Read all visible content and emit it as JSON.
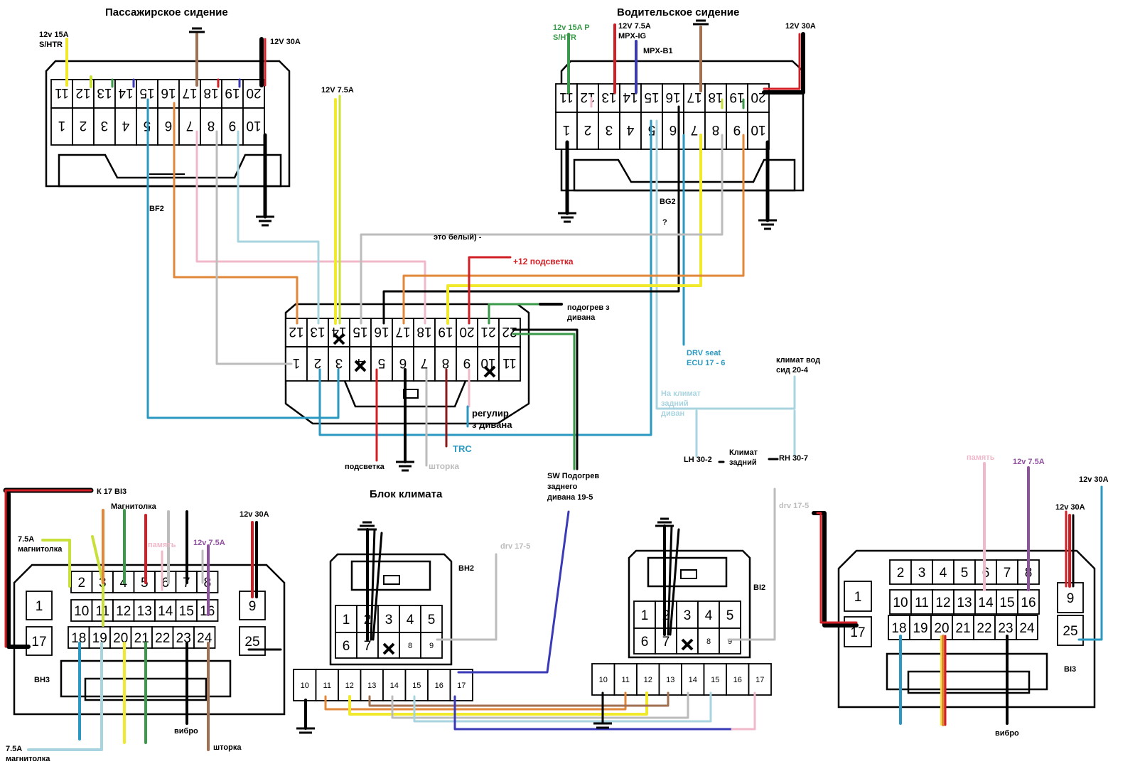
{
  "titles": {
    "passenger_seat": "Пассажирское сидение",
    "driver_seat": "Водительское сидение",
    "climate_block": "Блок климата"
  },
  "connector_names": {
    "bf2": "BF2",
    "bg2": "BG2",
    "bh3": "BH3",
    "bh2": "BH2",
    "bi2": "BI2",
    "bi3": "BI3"
  },
  "labels": {
    "p_12v15a": "12v 15A",
    "p_shtr": "S/HTR",
    "p_12v30a": "12V 30A",
    "d_12v15ap": "12v 15A P",
    "d_shtr": "S/HTR",
    "d_12v75a": "12V 7.5A",
    "d_mpxig": "MPX-IG",
    "d_mpxb1": "MPX-B1",
    "d_12v30a": "12V 30A",
    "c_12v75a": "12V 7.5A",
    "white_note": "это белый) -",
    "backlight_plus": "+12 подсветка",
    "seat_heat_1": "подогрев з",
    "seat_heat_2": "дивана",
    "question": "?",
    "drv_seat_1": "DRV seat",
    "drv_seat_2": "ECU 17 - 6",
    "climate_drv_1": "климат вод",
    "climate_drv_2": "сид 20-4",
    "rear_clim_1": "На климат",
    "rear_clim_2": "задний",
    "rear_clim_3": "диван",
    "lh": "LH 30-2",
    "rear_climate_1": "Климат",
    "rear_climate_2": "задний",
    "rh": "RH 30-7",
    "regul_1": "регулир",
    "regul_2": "з дивана",
    "trc": "TRC",
    "podsvetka": "подсветка",
    "shtorka_c": "шторка",
    "sw_1": "SW Подогрев",
    "sw_2": "заднего",
    "sw_3": "дивана 19-5",
    "k17": "К 17 BI3",
    "magnitola": "Магнитолка",
    "bh3_75a": "7.5A",
    "bh3_magn": "магнитолка",
    "pamyat1": "память",
    "bh3_12v75a": "12v 7.5A",
    "bh3_12v30a": "12v 30A",
    "vibro1": "вибро",
    "shtorka1": "шторка",
    "bh3_75a_b": "7.5A",
    "bh3_magn_b": "магнитолка",
    "drv175_a": "drv 17-5",
    "drv175_b": "drv 17-5",
    "pamyat2": "память",
    "bi3_12v75a": "12v 7.5A",
    "bi3_12v30a_a": "12v 30A",
    "bi3_12v30a_b": "12v 30A",
    "vibro2": "вибро"
  },
  "pins": {
    "seat_top": [
      "11",
      "12",
      "13",
      "14",
      "15",
      "16",
      "17",
      "18",
      "19",
      "20"
    ],
    "seat_bottom": [
      "1",
      "2",
      "3",
      "4",
      "5",
      "6",
      "7",
      "8",
      "9",
      "10"
    ],
    "climate_top": [
      "12",
      "13",
      "14",
      "15",
      "16",
      "17",
      "18",
      "19",
      "20",
      "21",
      "22"
    ],
    "climate_bottom": [
      "1",
      "2",
      "3",
      "4",
      "5",
      "6",
      "7",
      "8",
      "9",
      "10",
      "11"
    ],
    "audio_row1": [
      "2",
      "3",
      "4",
      "5",
      "6",
      "7",
      "8"
    ],
    "audio_row2": [
      "10",
      "11",
      "12",
      "13",
      "14",
      "15",
      "16"
    ],
    "audio_row3": [
      "18",
      "19",
      "20",
      "21",
      "22",
      "23",
      "24"
    ],
    "audio_left": [
      "1",
      "17"
    ],
    "audio_right": [
      "9",
      "25"
    ],
    "small_row1": [
      "1",
      "2",
      "3",
      "4",
      "5"
    ],
    "small_row2": [
      "6",
      "7",
      "",
      "8",
      "9"
    ],
    "strip": [
      "10",
      "11",
      "12",
      "13",
      "14",
      "15",
      "16",
      "17"
    ]
  },
  "colors": {
    "black": "#000000",
    "red": "#d21f26",
    "yellow": "#f1ea2c",
    "lime": "#c9e03a",
    "green": "#3a9a4a",
    "brown": "#a07050",
    "orange": "#e0873a",
    "pink": "#f0b8c8",
    "grey": "#bcbcbc",
    "lightblue": "#a8d4e0",
    "teal": "#2a98c0",
    "blue": "#3a3ab8",
    "purple": "#9050a0"
  }
}
